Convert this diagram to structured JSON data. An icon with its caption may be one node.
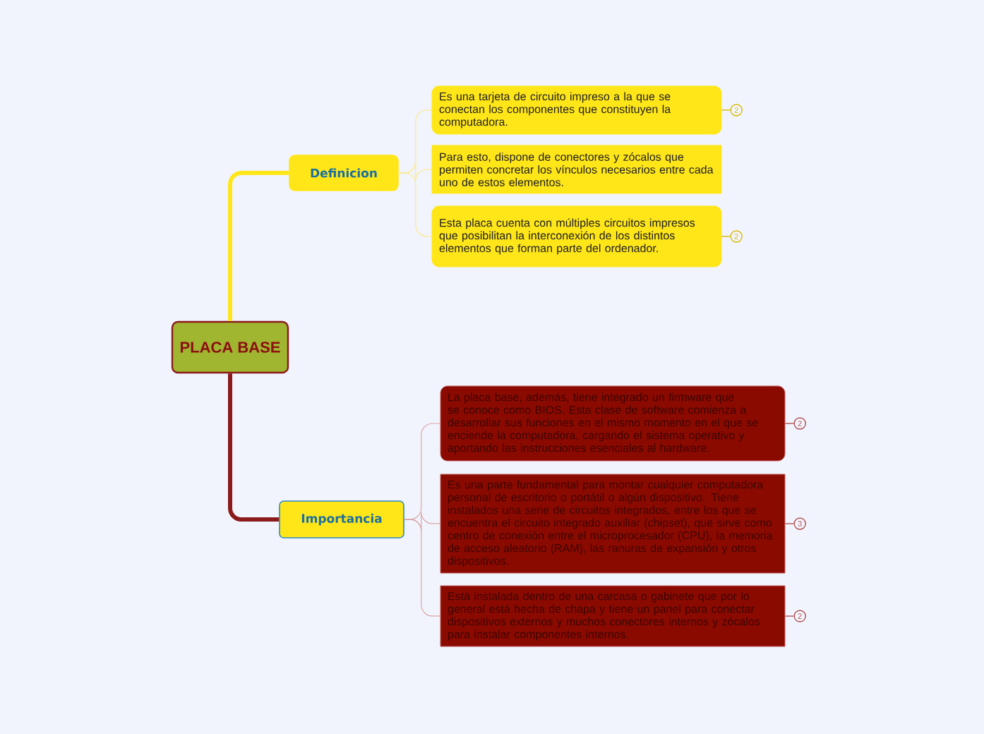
{
  "diagram": {
    "nodes": [
      {
        "text": [
          "PLACA BASE"
        ]
      },
      {
        "text": [
          "Definicion"
        ]
      },
      {
        "text": [
          "Es una tarjeta de circuito impreso a la que se conectan los componentes que constituyen la computadora."
        ],
        "beside": [
          "2"
        ]
      },
      {
        "text": [
          "Para esto, dispone de conectores y zócalos que permiten concretar los vínculos necesarios entre cada uno de estos elementos."
        ]
      },
      {
        "text": [
          "Esta placa cuenta con múltiples circuitos impresos que posibilitan la interconexión de los distintos elementos que forman parte del ordenador."
        ],
        "beside": [
          "2"
        ]
      },
      {
        "text": [
          "Importancia"
        ]
      },
      {
        "text": [
          "La placa base, además, tiene integrado un firmware que se conoce como BIOS. Esta clase de software comienza a desarrollar sus funciones en el mismo momento en el que se enciende la computadora, cargando el sistema operativo y aportando las instrucciones esenciales al hardware."
        ],
        "beside": [
          "2"
        ]
      },
      {
        "text": [
          "Es una parte fundamental para montar cualquier computadora personal de escritorio o portátil o algún dispositivo. Tiene instalados una serie de circuitos integrados, entre los que se encuentra el circuito integrado auxiliar (chipset), que sirve como centro de conexión entre el microprocesador (CPU), la memoria de acceso aleatorio (RAM), las ranuras de expansión y otros dispositivos."
        ],
        "beside": [
          "3"
        ]
      },
      {
        "text": [
          "Está instalada dentro de una carcasa o gabinete que por lo general está hecha de chapa y tiene un panel para conectar dispositivos externos y muchos conectores internos y zócalos para instalar componentes internos."
        ],
        "beside": [
          "2"
        ]
      }
    ],
    "edges": [
      {
        "from": 0,
        "to": 1,
        "arrow": "none",
        "style": "thick",
        "color": "#ffe619"
      },
      {
        "from": 0,
        "to": 5,
        "arrow": "none",
        "style": "thick",
        "color": "#8b1a1a"
      },
      {
        "from": 1,
        "to": 2,
        "arrow": "none",
        "color": "#fbe98a"
      },
      {
        "from": 1,
        "to": 3,
        "arrow": "none",
        "color": "#fbe98a"
      },
      {
        "from": 1,
        "to": 4,
        "arrow": "none",
        "color": "#fbe98a"
      },
      {
        "from": 5,
        "to": 6,
        "arrow": "none",
        "color": "#d8a5a5"
      },
      {
        "from": 5,
        "to": 7,
        "arrow": "none",
        "color": "#d8a5a5"
      },
      {
        "from": 5,
        "to": 8,
        "arrow": "none",
        "color": "#d8a5a5"
      }
    ]
  }
}
